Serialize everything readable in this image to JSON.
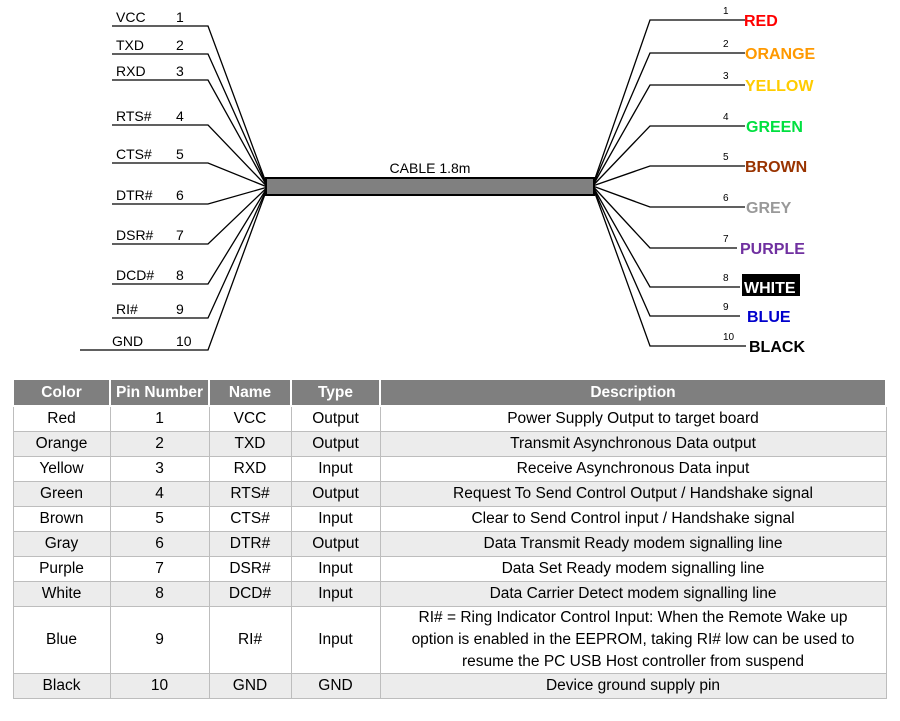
{
  "diagram": {
    "cable_label": "CABLE 1.8m",
    "left_pins": [
      {
        "num": "1",
        "name": "VCC"
      },
      {
        "num": "2",
        "name": "TXD"
      },
      {
        "num": "3",
        "name": "RXD"
      },
      {
        "num": "4",
        "name": "RTS#"
      },
      {
        "num": "5",
        "name": "CTS#"
      },
      {
        "num": "6",
        "name": "DTR#"
      },
      {
        "num": "7",
        "name": "DSR#"
      },
      {
        "num": "8",
        "name": "DCD#"
      },
      {
        "num": "9",
        "name": "RI#"
      },
      {
        "num": "10",
        "name": "GND"
      }
    ],
    "right_wires": [
      {
        "num": "1",
        "label": "RED",
        "color": "#ff0000"
      },
      {
        "num": "2",
        "label": "ORANGE",
        "color": "#ff9900"
      },
      {
        "num": "3",
        "label": "YELLOW",
        "color": "#ffcc00"
      },
      {
        "num": "4",
        "label": "GREEN",
        "color": "#00e040"
      },
      {
        "num": "5",
        "label": "BROWN",
        "color": "#993300"
      },
      {
        "num": "6",
        "label": "GREY",
        "color": "#999999"
      },
      {
        "num": "7",
        "label": "PURPLE",
        "color": "#7030a0"
      },
      {
        "num": "8",
        "label": "WHITE",
        "color": "#ffffff",
        "bg": "#000000"
      },
      {
        "num": "9",
        "label": "BLUE",
        "color": "#0000cc"
      },
      {
        "num": "10",
        "label": "BLACK",
        "color": "#000000"
      }
    ]
  },
  "table": {
    "headers": [
      "Color",
      "Pin Number",
      "Name",
      "Type",
      "Description"
    ],
    "rows": [
      {
        "color": "Red",
        "pin": "1",
        "name": "VCC",
        "type": "Output",
        "desc": [
          "Power Supply Output to target board"
        ]
      },
      {
        "color": "Orange",
        "pin": "2",
        "name": "TXD",
        "type": "Output",
        "desc": [
          "Transmit Asynchronous Data output"
        ]
      },
      {
        "color": "Yellow",
        "pin": "3",
        "name": "RXD",
        "type": "Input",
        "desc": [
          "Receive Asynchronous Data input"
        ]
      },
      {
        "color": "Green",
        "pin": "4",
        "name": "RTS#",
        "type": "Output",
        "desc": [
          "Request To Send Control Output / Handshake signal"
        ]
      },
      {
        "color": "Brown",
        "pin": "5",
        "name": "CTS#",
        "type": "Input",
        "desc": [
          "Clear to Send Control input / Handshake signal"
        ]
      },
      {
        "color": "Gray",
        "pin": "6",
        "name": "DTR#",
        "type": "Output",
        "desc": [
          "Data Transmit Ready modem signalling line"
        ]
      },
      {
        "color": "Purple",
        "pin": "7",
        "name": "DSR#",
        "type": "Input",
        "desc": [
          "Data Set Ready modem signalling line"
        ]
      },
      {
        "color": "White",
        "pin": "8",
        "name": "DCD#",
        "type": "Input",
        "desc": [
          "Data Carrier Detect modem signalling line"
        ]
      },
      {
        "color": "Blue",
        "pin": "9",
        "name": "RI#",
        "type": "Input",
        "desc": [
          "RI# = Ring Indicator Control Input: When the Remote Wake up",
          "option is enabled in the EEPROM, taking RI# low can be used to",
          "resume the PC USB Host controller from suspend"
        ]
      },
      {
        "color": "Black",
        "pin": "10",
        "name": "GND",
        "type": "GND",
        "desc": [
          "Device ground supply pin"
        ]
      }
    ]
  }
}
